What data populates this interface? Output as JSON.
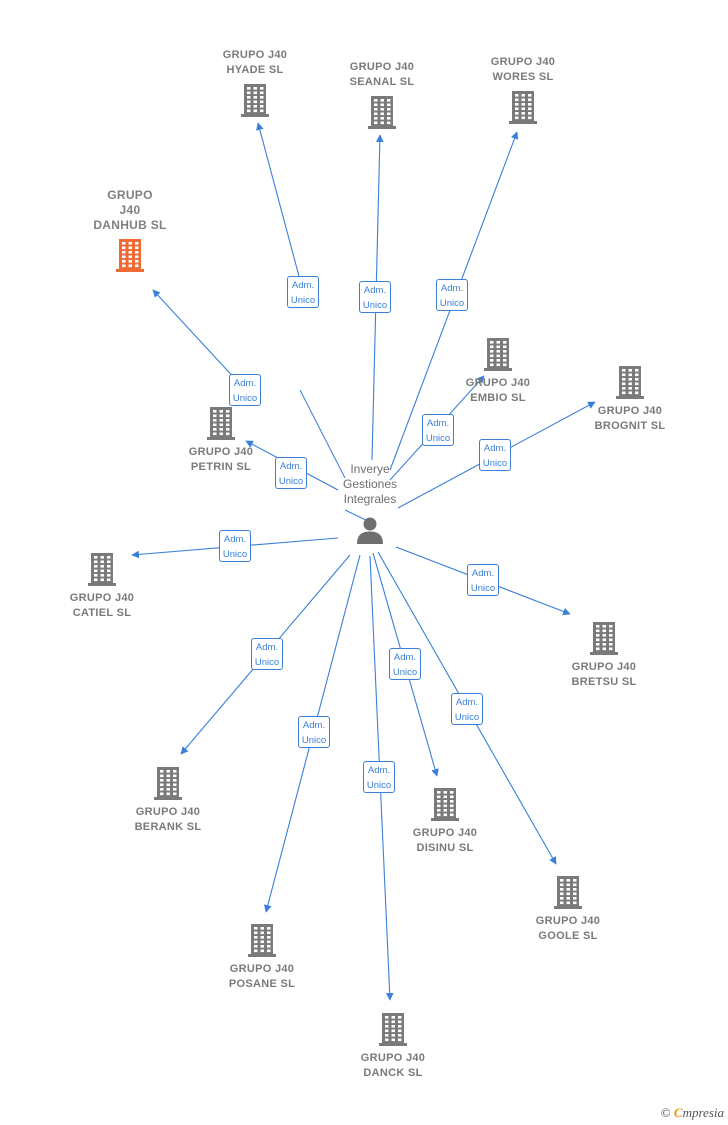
{
  "person": {
    "name": "Inverye\nGestiones\nIntegrales"
  },
  "badge_text": {
    "line1": "Adm.",
    "line2": "Unico"
  },
  "colors": {
    "edge": "#3a7fd8",
    "building": "#7a7a7a",
    "highlight": "#f06a35"
  },
  "companies": [
    {
      "key": "hyade",
      "name": "GRUPO J40\nHYADE  SL",
      "highlight": false
    },
    {
      "key": "seanal",
      "name": "GRUPO J40\nSEANAL  SL",
      "highlight": false
    },
    {
      "key": "wores",
      "name": "GRUPO J40\nWORES  SL",
      "highlight": false
    },
    {
      "key": "danhub",
      "name": "GRUPO\nJ40\nDANHUB  SL",
      "highlight": true
    },
    {
      "key": "embio",
      "name": "GRUPO J40\nEMBIO  SL",
      "highlight": false
    },
    {
      "key": "brognit",
      "name": "GRUPO J40\nBROGNIT  SL",
      "highlight": false
    },
    {
      "key": "petrin",
      "name": "GRUPO J40\nPETRIN  SL",
      "highlight": false
    },
    {
      "key": "catiel",
      "name": "GRUPO J40\nCATIEL  SL",
      "highlight": false
    },
    {
      "key": "bretsu",
      "name": "GRUPO J40\nBRETSU  SL",
      "highlight": false
    },
    {
      "key": "berank",
      "name": "GRUPO J40\nBERANK  SL",
      "highlight": false
    },
    {
      "key": "disinu",
      "name": "GRUPO J40\nDISINU  SL",
      "highlight": false
    },
    {
      "key": "goole",
      "name": "GRUPO J40\nGOOLE  SL",
      "highlight": false
    },
    {
      "key": "posane",
      "name": "GRUPO J40\nPOSANE  SL",
      "highlight": false
    },
    {
      "key": "danck",
      "name": "GRUPO J40\nDANCK  SL",
      "highlight": false
    }
  ],
  "footer": {
    "copyright": "©",
    "brand_initial": "C",
    "brand_rest": "mpresia"
  }
}
